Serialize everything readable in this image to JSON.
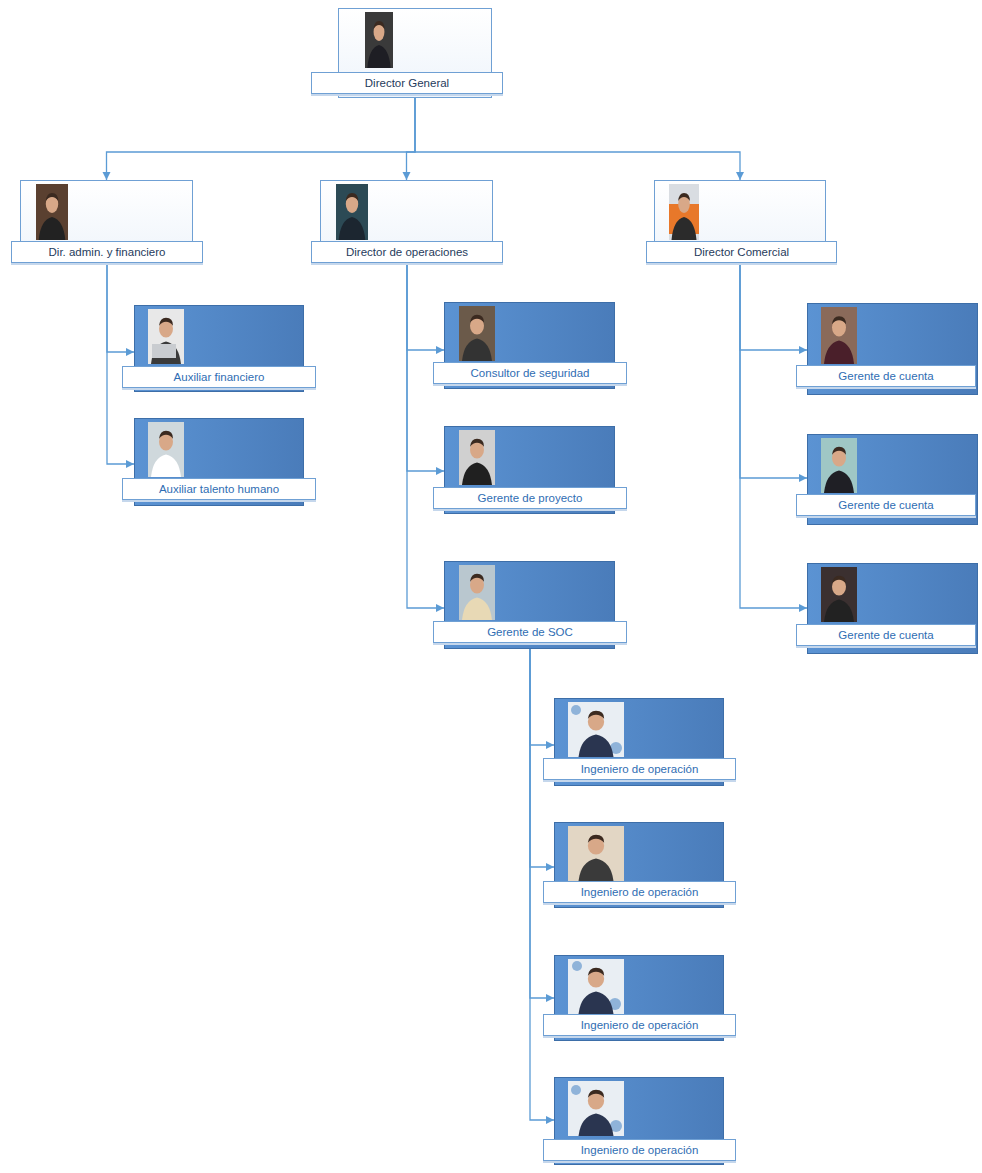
{
  "diagram": {
    "nodes": [
      {
        "text": [
          "Director General"
        ]
      },
      {
        "text": [
          "Dir. admin. y financiero"
        ]
      },
      {
        "text": [
          "Director de operaciones"
        ]
      },
      {
        "text": [
          "Director Comercial"
        ]
      },
      {
        "text": [
          "Auxiliar financiero"
        ]
      },
      {
        "text": [
          "Auxiliar talento humano"
        ]
      },
      {
        "text": [
          "Consultor de seguridad"
        ]
      },
      {
        "text": [
          "Gerente de proyecto"
        ]
      },
      {
        "text": [
          "Gerente de SOC"
        ]
      },
      {
        "text": [
          "Gerente de cuenta"
        ]
      },
      {
        "text": [
          "Gerente de cuenta"
        ]
      },
      {
        "text": [
          "Gerente de cuenta"
        ]
      },
      {
        "text": [
          "Ingeniero de operación"
        ]
      },
      {
        "text": [
          "Ingeniero de operación"
        ]
      },
      {
        "text": [
          "Ingeniero de operación"
        ]
      },
      {
        "text": [
          "Ingeniero de operación"
        ]
      }
    ],
    "edges": [
      {
        "from": 0,
        "to": 1,
        "arrow": "to"
      },
      {
        "from": 0,
        "to": 2,
        "arrow": "to"
      },
      {
        "from": 0,
        "to": 3,
        "arrow": "to"
      },
      {
        "from": 1,
        "to": 4,
        "arrow": "to"
      },
      {
        "from": 1,
        "to": 5,
        "arrow": "to"
      },
      {
        "from": 2,
        "to": 6,
        "arrow": "to"
      },
      {
        "from": 2,
        "to": 7,
        "arrow": "to"
      },
      {
        "from": 2,
        "to": 8,
        "arrow": "to"
      },
      {
        "from": 3,
        "to": 9,
        "arrow": "to"
      },
      {
        "from": 3,
        "to": 10,
        "arrow": "to"
      },
      {
        "from": 3,
        "to": 11,
        "arrow": "to"
      },
      {
        "from": 8,
        "to": 12,
        "arrow": "to"
      },
      {
        "from": 8,
        "to": 13,
        "arrow": "to"
      },
      {
        "from": 8,
        "to": 14,
        "arrow": "to"
      },
      {
        "from": 8,
        "to": 15,
        "arrow": "to"
      }
    ]
  }
}
